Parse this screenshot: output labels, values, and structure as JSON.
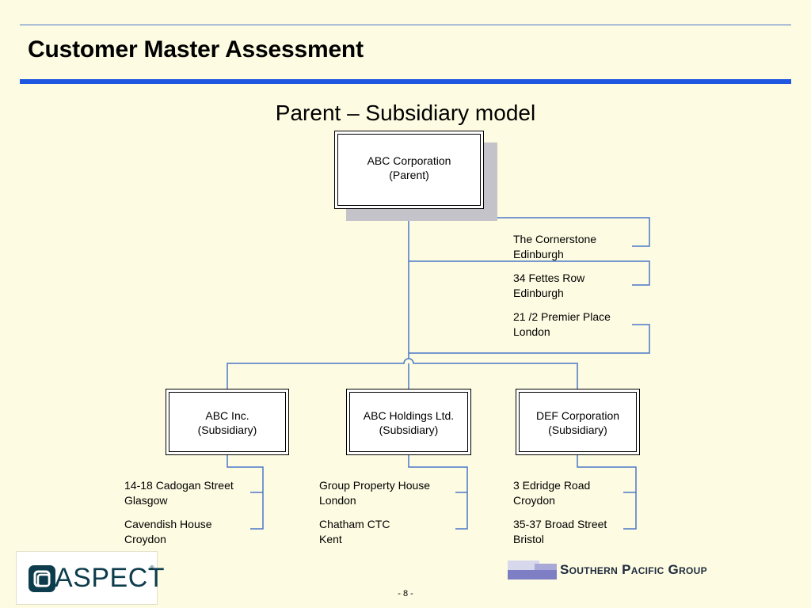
{
  "slide": {
    "title": "Customer Master Assessment",
    "subtitle": "Parent – Subsidiary model",
    "page_number": "- 8 -"
  },
  "parent": {
    "name": "ABC Corporation",
    "role": "(Parent)"
  },
  "parent_addresses": [
    {
      "line1": "The Cornerstone",
      "line2": "Edinburgh"
    },
    {
      "line1": "34 Fettes Row",
      "line2": "Edinburgh"
    },
    {
      "line1": "21 /2 Premier Place",
      "line2": "London"
    }
  ],
  "subsidiaries": [
    {
      "name": "ABC Inc.",
      "role": "(Subsidiary)",
      "addresses": [
        {
          "line1": "14-18 Cadogan Street",
          "line2": "Glasgow"
        },
        {
          "line1": "Cavendish House",
          "line2": "Croydon"
        }
      ]
    },
    {
      "name": "ABC Holdings Ltd.",
      "role": "(Subsidiary)",
      "addresses": [
        {
          "line1": "Group Property House",
          "line2": "London"
        },
        {
          "line1": "Chatham CTC",
          "line2": "Kent"
        }
      ]
    },
    {
      "name": "DEF Corporation",
      "role": "(Subsidiary)",
      "addresses": [
        {
          "line1": "3 Edridge Road",
          "line2": "Croydon"
        },
        {
          "line1": "35-37 Broad Street",
          "line2": "Bristol"
        }
      ]
    }
  ],
  "logos": {
    "left": {
      "text": "ASPECT",
      "mark": "®"
    },
    "right": {
      "text": "Southern Pacific Group"
    }
  },
  "colors": {
    "background": "#fdfbe1",
    "title_rule": "#1f57e0",
    "connector": "#4a78c8",
    "aspect_teal": "#0d3d4c",
    "spg_purple": "#7d7ec4"
  }
}
